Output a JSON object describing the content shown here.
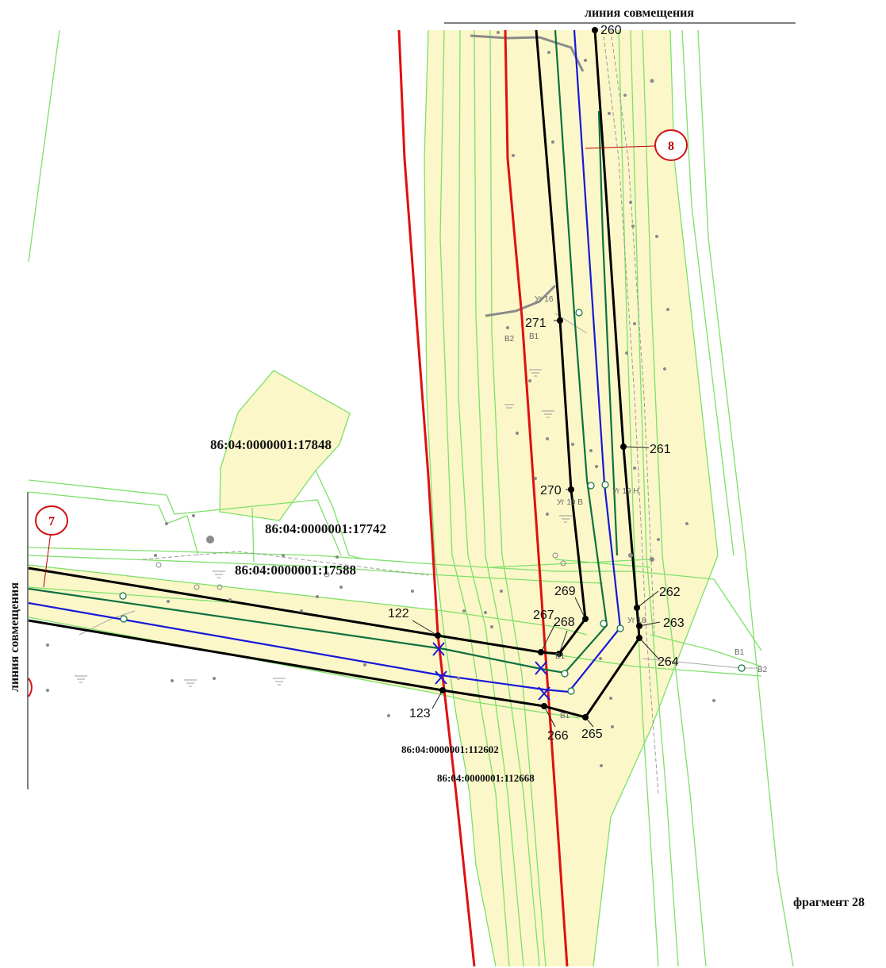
{
  "titles": {
    "top_match_line": "линия совмещения",
    "left_match_line": "линия совмещения",
    "fragment": "фрагмент 28"
  },
  "callouts": {
    "c7": "7",
    "c8": "8"
  },
  "parcels": {
    "p17848": "86:04:0000001:17848",
    "p17742": "86:04:0000001:17742",
    "p17588": "86:04:0000001:17588",
    "p112602": "86:04:0000001:112602",
    "p112668": "86:04:0000001:112668"
  },
  "points": {
    "p122": "122",
    "p123": "123",
    "p260": "260",
    "p261": "261",
    "p262": "262",
    "p263": "263",
    "p264": "264",
    "p265": "265",
    "p266": "266",
    "p267": "267",
    "p268": "268",
    "p269": "269",
    "p270": "270",
    "p271": "271"
  },
  "small_labels": {
    "ug16": "Уг 16",
    "ug19v": "Уг 19 В",
    "ug19n": "Уг 19 Н",
    "ug18": "Уг 18",
    "b1a": "В1",
    "b1b": "В1",
    "b1c": "В1",
    "b2": "В2",
    "b1d": "В1",
    "v2": "В2"
  },
  "colors": {
    "red_line": "#e01010",
    "boundary_black": "#000000",
    "pipeline_blue": "#1818d8",
    "pipeline_green": "#0f7040",
    "parcel_green": "#7ee06a",
    "fill_yellow": "#fbf7c9",
    "callout_red": "#d01010"
  }
}
